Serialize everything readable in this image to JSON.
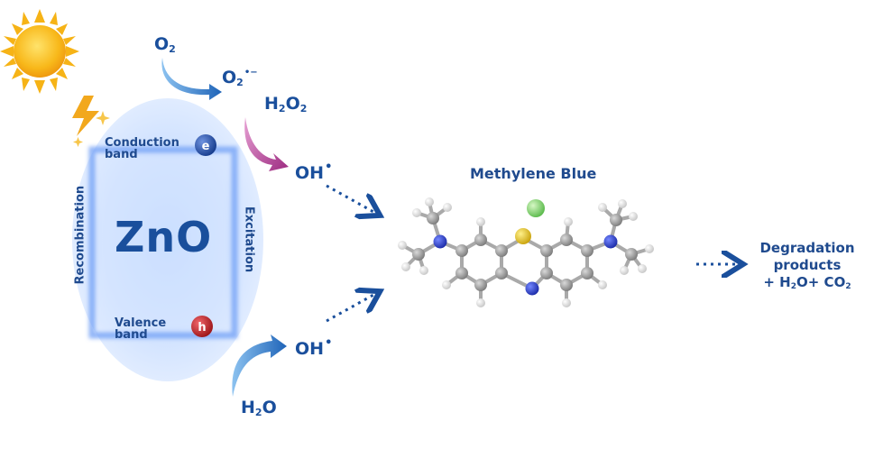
{
  "semiconductor": {
    "name": "ZnO",
    "conduction_band": [
      "Conduction",
      "band"
    ],
    "valence_band": [
      "Valence",
      "band"
    ],
    "recombination": "Recombination",
    "excitation": "Excitation",
    "electron_symbol": "e",
    "hole_symbol": "h"
  },
  "species": {
    "o2": {
      "base": "O",
      "sub": "2"
    },
    "superoxide": {
      "base": "O",
      "sub": "2",
      "sup": "•−"
    },
    "h2o2": {
      "base": "H",
      "sub": "2",
      "rest": "O",
      "sub2": "2"
    },
    "oh_top": {
      "base": "OH",
      "sup": "•"
    },
    "oh_bottom": {
      "base": "OH",
      "sup": "•"
    },
    "h2o": {
      "base": "H",
      "sub": "2",
      "rest": "O"
    }
  },
  "molecule": {
    "title": "Methylene Blue"
  },
  "products": {
    "line1": "Degradation",
    "line2": "products",
    "line3_prefix": "+ H",
    "line3_sub1": "2",
    "line3_mid": "O+ CO",
    "line3_sub2": "2"
  },
  "colors": {
    "blue_text": "#1a4f9c",
    "electron": "#1f4fa3",
    "hole": "#c7232a",
    "sun": "#f6b316",
    "bolt": "#f2a81d",
    "arrow_blue": "#2d74c4",
    "arrow_magenta": "#b0338f",
    "chlorine": "#7ed36b",
    "sulfur": "#e3c21c",
    "nitrogen": "#2438c8",
    "carbon": "#8d8d8d",
    "hydrogen": "#e6e6e6"
  }
}
